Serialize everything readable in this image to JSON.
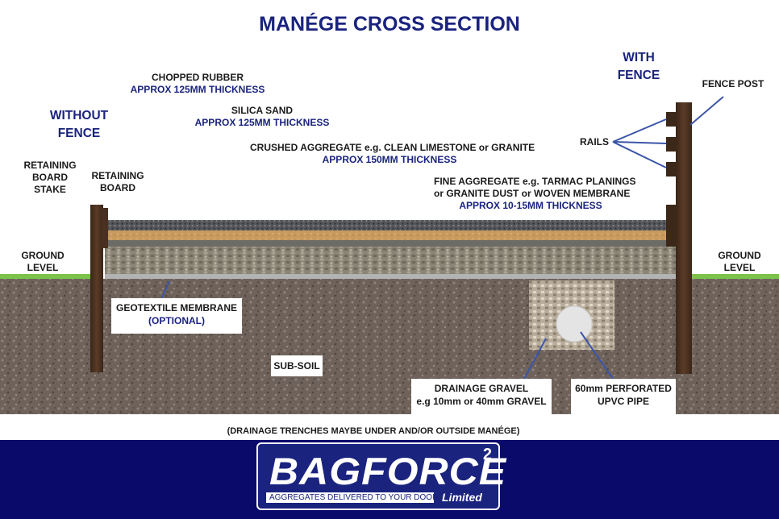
{
  "title": "MANÉGE CROSS SECTION",
  "headings": {
    "without_fence": [
      "WITHOUT",
      "FENCE"
    ],
    "with_fence": [
      "WITH",
      "FENCE"
    ]
  },
  "labels": {
    "chopped_rubber": {
      "name": "CHOPPED RUBBER",
      "note": "APPROX 125MM THICKNESS"
    },
    "silica_sand": {
      "name": "SILICA SAND",
      "note": "APPROX 125MM THICKNESS"
    },
    "crushed_aggregate": {
      "name": "CRUSHED AGGREGATE e.g. CLEAN LIMESTONE or GRANITE",
      "note": "APPROX 150MM THICKNESS"
    },
    "fine_aggregate": {
      "line1": "FINE AGGREGATE e.g. TARMAC PLANINGS",
      "line2": "or GRANITE DUST or WOVEN MEMBRANE",
      "note": "APPROX 10-15MM THICKNESS"
    },
    "retaining_board_stake": [
      "RETAINING",
      "BOARD",
      "STAKE"
    ],
    "retaining_board": [
      "RETAINING",
      "BOARD"
    ],
    "ground_level_left": [
      "GROUND",
      "LEVEL"
    ],
    "ground_level_right": [
      "GROUND",
      "LEVEL"
    ],
    "fence_post": "FENCE POST",
    "rails": "RAILS",
    "sub_soil": "SUB-SOIL"
  },
  "callouts": {
    "geotextile": {
      "line1": "GEOTEXTILE MEMBRANE",
      "line2": "(OPTIONAL)"
    },
    "drainage_gravel": {
      "line1": "DRAINAGE GRAVEL",
      "line2": "e.g 10mm or 40mm GRAVEL"
    },
    "pipe": {
      "line1": "60mm PERFORATED",
      "line2": "UPVC PIPE"
    }
  },
  "footnote": "(DRAINAGE TRENCHES MAYBE UNDER AND/OR OUTSIDE MANÉGE)",
  "logo": {
    "word": "BAGFORCE",
    "superscript": "2",
    "tagline": "AGGREGATES DELIVERED TO YOUR DOOR",
    "limited": "Limited"
  },
  "colors": {
    "navy_text": "#1a237e",
    "footer_bg": "#0a0a6b",
    "soil": "#6e625b",
    "sand": "#c9a26a",
    "gravel": "#8f8a7c",
    "rubber": "#3d3d3d",
    "grass": "#7dc24a",
    "timber": "#4a3020"
  }
}
